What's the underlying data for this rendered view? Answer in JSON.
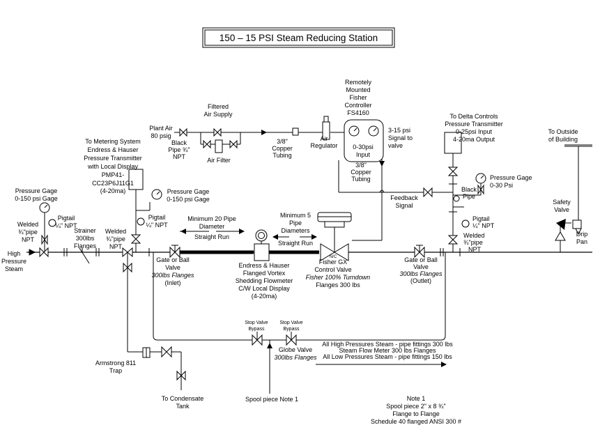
{
  "title": "150 – 15 PSI Steam Reducing Station",
  "labels": {
    "high_pressure": [
      "High",
      "Pressure",
      "Steam"
    ],
    "pg_left": [
      "Pressure Gage",
      "0-150 psi Gage"
    ],
    "welded_left": [
      "Welded",
      "¾\"pipe",
      "NPT"
    ],
    "pigtail_left": [
      "Pigtail",
      "¼\" NPT"
    ],
    "strainer": [
      "Strainer",
      "300lbs",
      "Flanges"
    ],
    "welded_mid": [
      "Welded",
      "¾\"pipe",
      "NPT"
    ],
    "metering": [
      "To Metering System",
      "Endress & Hauser",
      "Pressure Transmitter",
      "with Local Display",
      "PMP41-",
      "CC23P6J11G1",
      "(4-20ma)"
    ],
    "pg_mid": [
      "Pressure Gage",
      "0-150 psi Gage"
    ],
    "pigtail_mid": [
      "Pigtail",
      "¼\" NPT"
    ],
    "plant_air": [
      "Plant Air",
      "80 psig"
    ],
    "black_pipe": [
      "Black",
      "Pipe ¾\"",
      "NPT"
    ],
    "filtered_air": [
      "Filtered",
      "Air Supply"
    ],
    "air_filter": "Air Filter",
    "copper_left": [
      "3/8\"",
      "Copper",
      "Tubing"
    ],
    "air_regulator": [
      "Air",
      "Regulator"
    ],
    "remote_ctrl": [
      "Remotely",
      "Mounted",
      "Fisher",
      "Controller",
      "FS4160"
    ],
    "ctrl_input": [
      "0-30psi",
      "Input"
    ],
    "signal": [
      "3-15 psi",
      "Signal to",
      "valve"
    ],
    "copper_right": [
      "3/8\"",
      "Copper",
      "Tubing"
    ],
    "feedback": [
      "Feedback",
      "Signal"
    ],
    "delta": [
      "To Delta Controls",
      "Pressure Transmitter",
      "0-25psi Input",
      "4-20ma Output"
    ],
    "pg_right": [
      "Pressure Gage",
      "0-30 Psi"
    ],
    "black_pipe_right": [
      "Black",
      "Pipe"
    ],
    "pigtail_right": [
      "Pigtail",
      "¼\" NPT"
    ],
    "welded_right": [
      "Welded",
      "¾\"pipe",
      "NPT"
    ],
    "outside": [
      "To Outside",
      "of Building"
    ],
    "safety_valve": [
      "Safety",
      "Valve"
    ],
    "drip_pan": [
      "Drip",
      "Pan"
    ],
    "min20": [
      "Minimum 20 Pipe",
      "Diameter"
    ],
    "straight_run_1": "Straight Run",
    "min5": [
      "Minimum 5",
      "Pipe",
      "Diameters"
    ],
    "straight_run_2": "Straight Run",
    "gate_inlet": [
      "Gate or Ball",
      "Valve"
    ],
    "gate_inlet_it": [
      "300lbs Flanges"
    ],
    "gate_inlet_tail": "(Inlet)",
    "flowmeter": [
      "Endress & Hauser",
      "Flanged Vortex",
      "Shedding Flowmeter",
      "C/W Local Display",
      "(4-20ma)"
    ],
    "nc": "N/C",
    "fisher": [
      "Fisher GX",
      "Control Valve"
    ],
    "fisher_it": "Fisher 100% Turndown",
    "fisher_tail": "Flanges 300 lbs",
    "gate_outlet": [
      "Gate or Ball",
      "Valve"
    ],
    "gate_outlet_it": "300lbs Flanges",
    "gate_outlet_tail": "(Outlet)",
    "stop_left": [
      "Stop Valve",
      "Bypass"
    ],
    "stop_right": [
      "Stop Valve",
      "Bypass"
    ],
    "globe": "Globe Valve",
    "globe_it": "300lbs Flanges",
    "pipe_notes": [
      "All High Pressures Steam - pipe fittings 300 lbs",
      "Steam Flow Meter 300 lbs Flanges",
      "All Low Pressures Steam - pipe fittings 150 lbs"
    ],
    "armstrong": [
      "Armstrong 811",
      "Trap"
    ],
    "condensate": [
      "To Condensate",
      "Tank"
    ],
    "spool": "Spool piece Note 1",
    "note1": [
      "Note 1",
      "Spool piece 2\" x 8 ¾\"",
      "Flange to Flange",
      "Schedule 40 flanged ANSI 300 #"
    ]
  },
  "gauges": {
    "ctrl_left": "gauge-icon",
    "ctrl_right": "gauge-icon"
  }
}
